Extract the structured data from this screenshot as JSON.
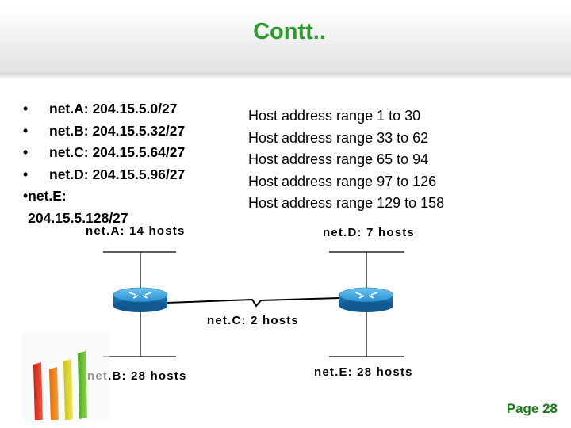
{
  "title": "Contt..",
  "bullets": [
    {
      "label": "net.A: 204.15.5.0/27"
    },
    {
      "label": "net.B: 204.15.5.32/27"
    },
    {
      "label": "net.C: 204.15.5.64/27"
    },
    {
      "label": "net.D: 204.15.5.96/27"
    },
    {
      "label": "net.E: 204.15.5.128/27"
    }
  ],
  "ranges": [
    "Host address range 1 to 30",
    "Host address range 33 to 62",
    "Host address range 65 to 94",
    "Host address range 97 to 126",
    "Host address range 129 to 158"
  ],
  "diagram": {
    "net_a": "net.A: 14 hosts",
    "net_b": "net.B: 28 hosts",
    "net_c": "net.C: 2 hosts",
    "net_d": "net.D: 7 hosts",
    "net_e": "net.E: 28 hosts"
  },
  "colors": {
    "title": "#2e9a2e",
    "router": "#2a8fd0",
    "page_number": "#1a7a1a"
  },
  "footer": {
    "page": "Page 28"
  }
}
